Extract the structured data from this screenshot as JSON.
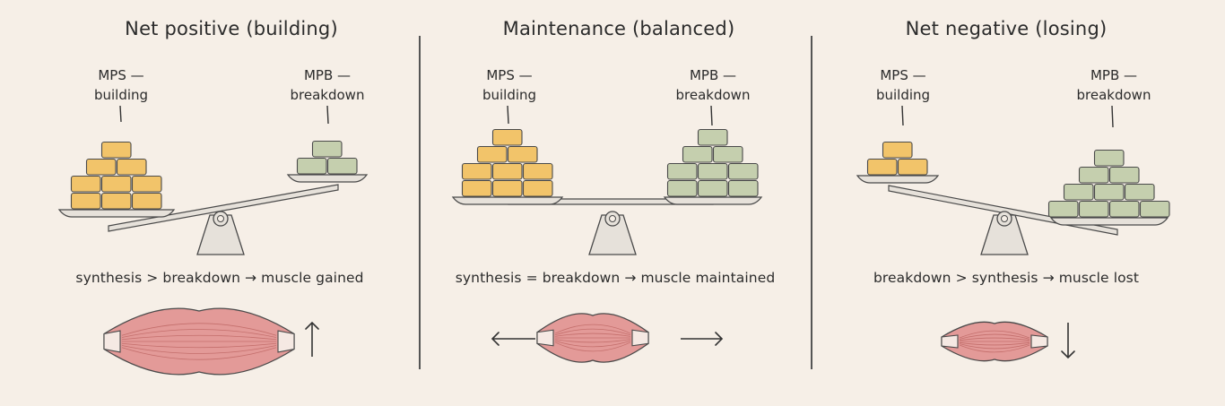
{
  "panels": [
    {
      "title": "Net positive (building)",
      "mps_label_line1": "MPS —",
      "mps_label_line2": "building",
      "mpb_label_line1": "MPB —",
      "mpb_label_line2": "breakdown",
      "caption": "synthesis > breakdown → muscle gained",
      "mps_block_rows": [
        1,
        2,
        3,
        3
      ],
      "mpb_block_rows": [
        1,
        2
      ],
      "tilt": "left-down",
      "arrow_icon": "arrow-up-icon"
    },
    {
      "title": "Maintenance (balanced)",
      "mps_label_line1": "MPS —",
      "mps_label_line2": "building",
      "mpb_label_line1": "MPB —",
      "mpb_label_line2": "breakdown",
      "caption": "synthesis = breakdown → muscle maintained",
      "mps_block_rows": [
        1,
        2,
        3,
        3
      ],
      "mpb_block_rows": [
        1,
        2,
        3,
        3
      ],
      "tilt": "level",
      "arrow_icon": "arrow-left-right-icon"
    },
    {
      "title": "Net negative (losing)",
      "mps_label_line1": "MPS —",
      "mps_label_line2": "building",
      "mpb_label_line1": "MPB —",
      "mpb_label_line2": "breakdown",
      "caption": "breakdown > synthesis → muscle lost",
      "mps_block_rows": [
        1,
        2
      ],
      "mpb_block_rows": [
        1,
        2,
        3,
        4
      ],
      "tilt": "right-down",
      "arrow_icon": "arrow-down-icon"
    }
  ],
  "colors": {
    "background": "#f6efe7",
    "mps_block": "#f2c46a",
    "mpb_block": "#c5cfae",
    "muscle": "#e39a98",
    "muscle_stripe": "#b9605e",
    "scale": "#e6e1da",
    "stroke": "#4a4a4a"
  }
}
